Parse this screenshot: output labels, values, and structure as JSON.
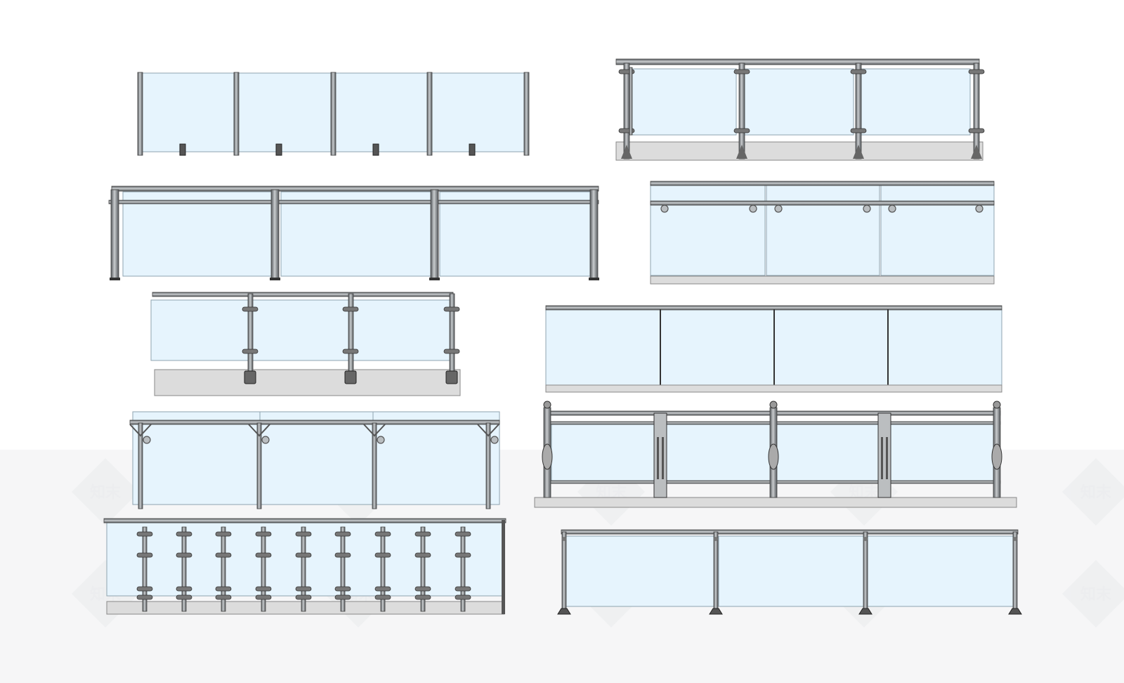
{
  "scene": {
    "title": "",
    "background": "#ffffff",
    "band_color": "#f6f6f7",
    "glass_color": "#e6f4fd",
    "glass_edge": "#8fa3b0",
    "steel_dark": "#55595d",
    "steel_mid": "#8b9094",
    "steel_light": "#c9ccce",
    "plinth_color": "#dcdcdc"
  },
  "watermark": {
    "text": "知末",
    "color": "#d8dbde"
  },
  "railings": [
    {
      "id": "frameless-posts-4-panel",
      "panels": 4,
      "style": "frameless-posts"
    },
    {
      "id": "top-rail-standoff-3-panel",
      "panels": 3,
      "style": "top-rail-standoff-base"
    },
    {
      "id": "handrail-posts-3-panel",
      "panels": 3,
      "style": "handrail-posts"
    },
    {
      "id": "wall-handrail-3-panel",
      "panels": 3,
      "style": "wall-handrail"
    },
    {
      "id": "clamp-post-3-panel",
      "panels": 3,
      "style": "clamp-posts-base"
    },
    {
      "id": "channel-glass-4-panel",
      "panels": 4,
      "style": "channel-top-cap"
    },
    {
      "id": "bracket-rail-3-panel",
      "panels": 3,
      "style": "bracket-rail"
    },
    {
      "id": "ornamental-newel-4-panel",
      "panels": 4,
      "style": "ornamental-newel"
    },
    {
      "id": "dense-baluster-9-post",
      "panels": 1,
      "style": "dense-balusters"
    },
    {
      "id": "slim-post-3-panel",
      "panels": 3,
      "style": "slim-posts"
    }
  ]
}
